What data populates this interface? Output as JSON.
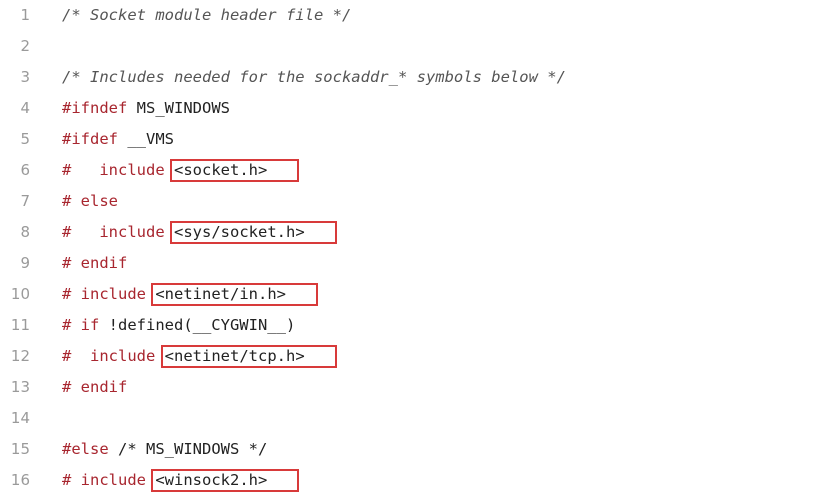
{
  "editor": {
    "highlight_color": "#d83a3a",
    "directive_color": "#a8262f",
    "lines": [
      {
        "num": "1",
        "tokens": [
          {
            "t": "comment",
            "v": "/* Socket module header file */"
          }
        ]
      },
      {
        "num": "2",
        "tokens": []
      },
      {
        "num": "3",
        "tokens": [
          {
            "t": "comment",
            "v": "/* Includes needed for the sockaddr_* symbols below */"
          }
        ]
      },
      {
        "num": "4",
        "tokens": [
          {
            "t": "directive",
            "v": "#ifndef"
          },
          {
            "t": "normal",
            "v": " MS_WINDOWS"
          }
        ]
      },
      {
        "num": "5",
        "tokens": [
          {
            "t": "directive",
            "v": "#ifdef"
          },
          {
            "t": "normal",
            "v": " __VMS"
          }
        ]
      },
      {
        "num": "6",
        "tokens": [
          {
            "t": "directive",
            "v": "#   include"
          },
          {
            "t": "normal",
            "v": " "
          },
          {
            "t": "header",
            "v": "<socket.h>"
          }
        ]
      },
      {
        "num": "7",
        "tokens": [
          {
            "t": "directive",
            "v": "# else"
          }
        ]
      },
      {
        "num": "8",
        "tokens": [
          {
            "t": "directive",
            "v": "#   include"
          },
          {
            "t": "normal",
            "v": " "
          },
          {
            "t": "header",
            "v": "<sys/socket.h>"
          }
        ]
      },
      {
        "num": "9",
        "tokens": [
          {
            "t": "directive",
            "v": "# endif"
          }
        ]
      },
      {
        "num": "10",
        "tokens": [
          {
            "t": "directive",
            "v": "# include"
          },
          {
            "t": "normal",
            "v": " "
          },
          {
            "t": "header",
            "v": "<netinet/in.h>"
          }
        ]
      },
      {
        "num": "11",
        "tokens": [
          {
            "t": "directive",
            "v": "# if"
          },
          {
            "t": "normal",
            "v": " !defined(__CYGWIN__)"
          }
        ]
      },
      {
        "num": "12",
        "tokens": [
          {
            "t": "directive",
            "v": "#  include"
          },
          {
            "t": "normal",
            "v": " "
          },
          {
            "t": "header",
            "v": "<netinet/tcp.h>"
          }
        ]
      },
      {
        "num": "13",
        "tokens": [
          {
            "t": "directive",
            "v": "# endif"
          }
        ]
      },
      {
        "num": "14",
        "tokens": []
      },
      {
        "num": "15",
        "tokens": [
          {
            "t": "directive",
            "v": "#else"
          },
          {
            "t": "normal",
            "v": " /* MS_WINDOWS */"
          }
        ]
      },
      {
        "num": "16",
        "tokens": [
          {
            "t": "directive",
            "v": "# include"
          },
          {
            "t": "normal",
            "v": " "
          },
          {
            "t": "header",
            "v": "<winsock2.h>"
          }
        ]
      }
    ]
  }
}
